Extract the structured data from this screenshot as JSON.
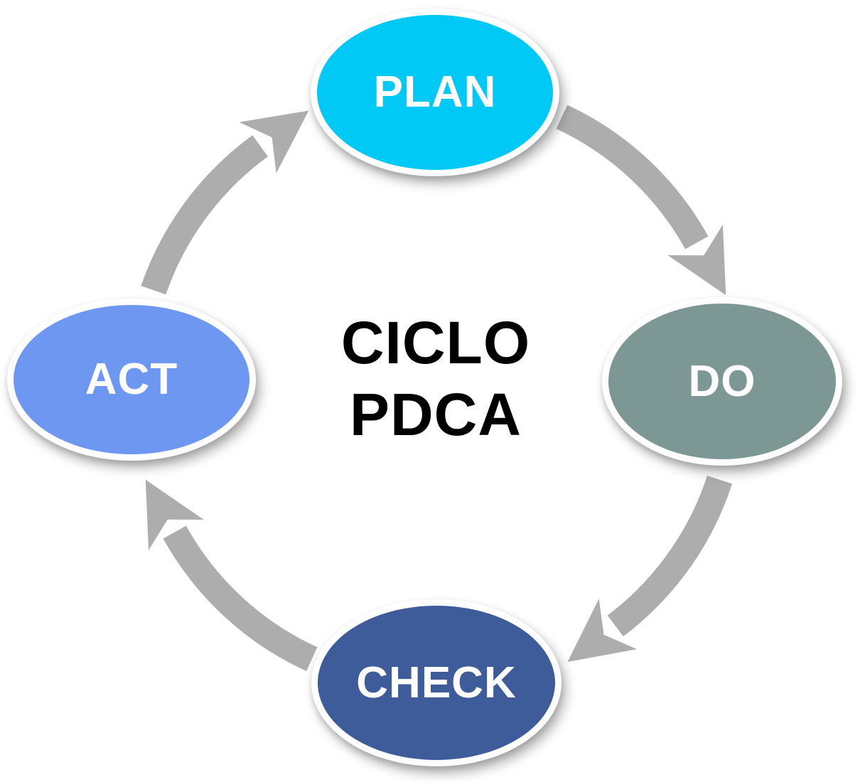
{
  "diagram": {
    "type": "cycle",
    "title": {
      "line1": "CICLO",
      "line2": "PDCA"
    },
    "title_color": "#000000",
    "background_color": "#FFFFFF",
    "nodes": [
      {
        "label": "PLAN",
        "position": "top",
        "color": "#00C9F5",
        "text_color": "#FFFFFF"
      },
      {
        "label": "DO",
        "position": "right",
        "color": "#7D9894",
        "text_color": "#FFFFFF"
      },
      {
        "label": "CHECK",
        "position": "bottom",
        "color": "#3D5C99",
        "text_color": "#FFFFFF"
      },
      {
        "label": "ACT",
        "position": "left",
        "color": "#6D97F0",
        "text_color": "#FFFFFF"
      }
    ],
    "arrows": {
      "color": "#ADADAD",
      "direction": "clockwise",
      "links": [
        {
          "from": "PLAN",
          "to": "DO"
        },
        {
          "from": "DO",
          "to": "CHECK"
        },
        {
          "from": "CHECK",
          "to": "ACT"
        },
        {
          "from": "ACT",
          "to": "PLAN"
        }
      ]
    }
  }
}
